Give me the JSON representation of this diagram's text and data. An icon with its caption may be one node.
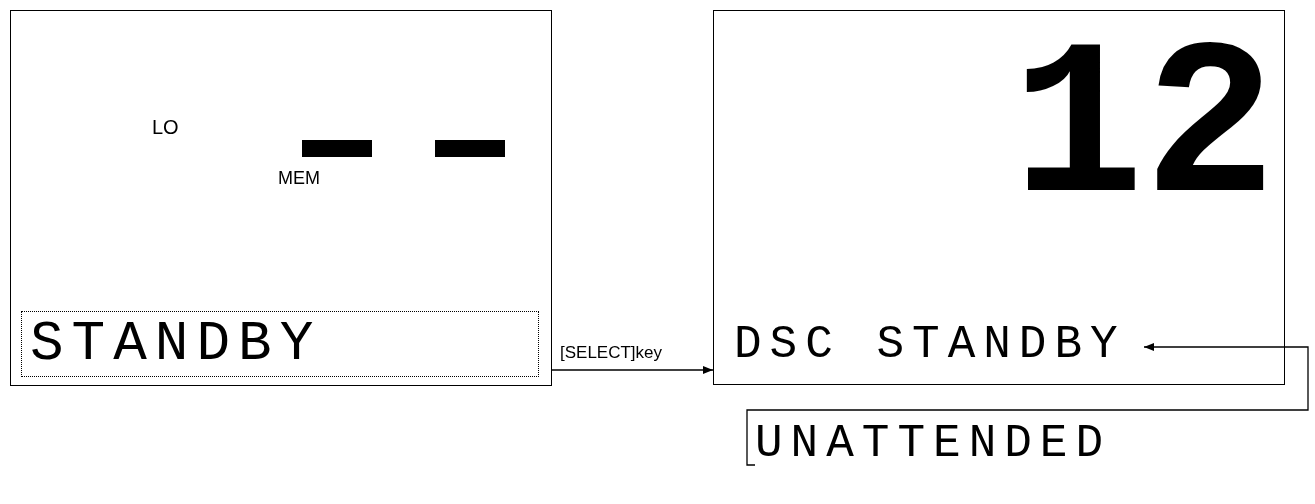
{
  "diagram": {
    "nodes": [
      {
        "text": [],
        "shape": "box"
      },
      {
        "text": [
          "STANDBY"
        ],
        "in": 0
      },
      {
        "text": [],
        "shape": "box"
      },
      {
        "text": [
          "DSC STANDBY"
        ],
        "in": 2
      },
      {
        "text": [
          "UNATTENDED"
        ]
      }
    ],
    "edges": [
      {
        "from": 0,
        "to": 2,
        "arrow": "to",
        "label": "[SELECT]key"
      },
      {
        "from": 4,
        "to": 3,
        "arrow": "to"
      }
    ],
    "labels": [
      "LO",
      "MEM",
      "12"
    ]
  }
}
